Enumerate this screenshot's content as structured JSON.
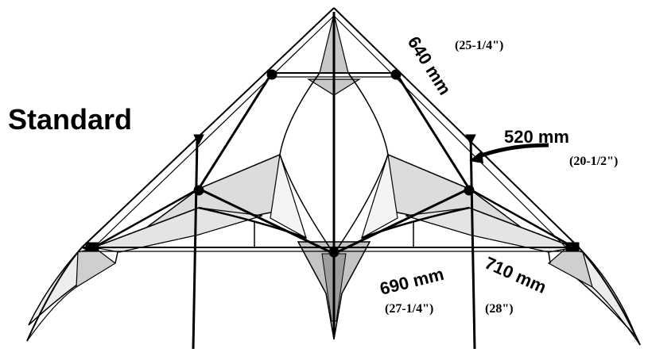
{
  "title": "Standard",
  "dimensions": {
    "top_edge": {
      "mm": "640 mm",
      "inch": "(25-1/4\")"
    },
    "spreader_upper": {
      "mm": "520 mm",
      "inch": "(20-1/2\")"
    },
    "lower_left": {
      "mm": "690 mm",
      "inch": "(27-1/4\")"
    },
    "lower_right": {
      "mm": "710 mm",
      "inch": "(28\")"
    }
  },
  "colors": {
    "sail_fill": "#d9d9d9",
    "sail_dark": "#bdbdbd",
    "frame": "#000000",
    "background": "#ffffff"
  }
}
